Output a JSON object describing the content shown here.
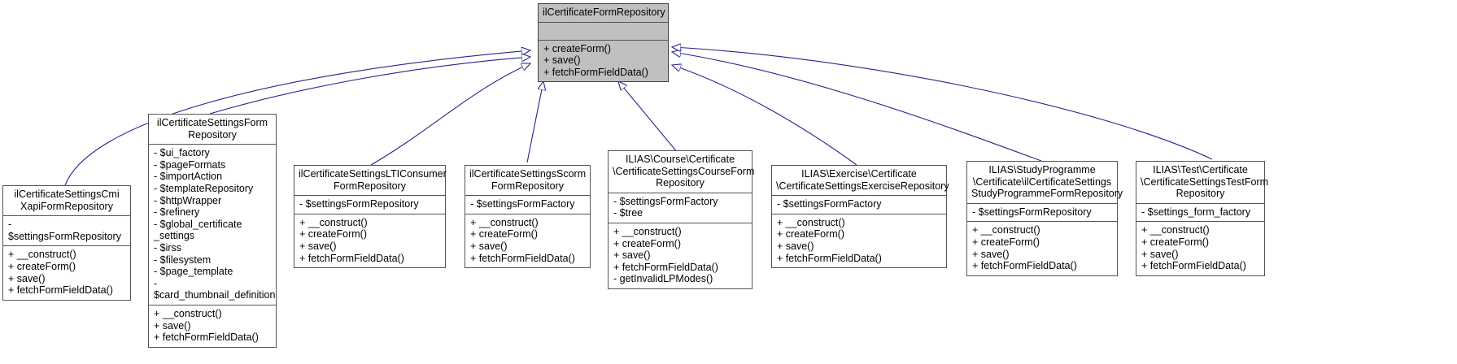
{
  "diagram": {
    "kind": "uml-inheritance-diagram",
    "title": "ilCertificateFormRepository inheritance graph",
    "edge_color": "#27248c",
    "base_fill": "#c0c0c0",
    "class_fill": "#ffffff",
    "border_color": "#545454",
    "arrow_style": "hollow-triangle-generalization"
  },
  "classes": [
    {
      "id": "base",
      "name": "ilCertificateFormRepository",
      "attributes": "",
      "operations": "+ createForm()\n+ save()\n+ fetchFormFieldData()"
    },
    {
      "id": "cmixapi",
      "name": "ilCertificateSettingsCmi\nXapiFormRepository",
      "attributes": "- $settingsFormRepository",
      "operations": "+ __construct()\n+ createForm()\n+ save()\n+ fetchFormFieldData()"
    },
    {
      "id": "settingsform",
      "name": "ilCertificateSettingsForm\nRepository",
      "attributes": "- $ui_factory\n- $pageFormats\n- $importAction\n- $templateRepository\n- $httpWrapper\n- $refinery\n- $global_certificate\n_settings\n- $irss\n- $filesystem\n- $page_template\n- $card_thumbnail_definition",
      "operations": "+ __construct()\n+ save()\n+ fetchFormFieldData()"
    },
    {
      "id": "lti",
      "name": "ilCertificateSettingsLTIConsumer\nFormRepository",
      "attributes": "- $settingsFormRepository",
      "operations": "+ __construct()\n+ createForm()\n+ save()\n+ fetchFormFieldData()"
    },
    {
      "id": "scorm",
      "name": "ilCertificateSettingsScorm\nFormRepository",
      "attributes": "- $settingsFormFactory",
      "operations": "+ __construct()\n+ createForm()\n+ save()\n+ fetchFormFieldData()"
    },
    {
      "id": "course",
      "name": "ILIAS\\Course\\Certificate\n\\CertificateSettingsCourseForm\nRepository",
      "attributes": "- $settingsFormFactory\n- $tree",
      "operations": "+ __construct()\n+ createForm()\n+ save()\n+ fetchFormFieldData()\n- getInvalidLPModes()"
    },
    {
      "id": "exercise",
      "name": "ILIAS\\Exercise\\Certificate\n\\CertificateSettingsExerciseRepository",
      "attributes": "- $settingsFormFactory",
      "operations": "+ __construct()\n+ createForm()\n+ save()\n+ fetchFormFieldData()"
    },
    {
      "id": "studyprogramme",
      "name": "ILIAS\\StudyProgramme\n\\Certificate\\ilCertificateSettings\nStudyProgrammeFormRepository",
      "attributes": "- $settingsFormRepository",
      "operations": "+ __construct()\n+ createForm()\n+ save()\n+ fetchFormFieldData()"
    },
    {
      "id": "test",
      "name": "ILIAS\\Test\\Certificate\n\\CertificateSettingsTestForm\nRepository",
      "attributes": "- $settings_form_factory",
      "operations": "+ __construct()\n+ createForm()\n+ save()\n+ fetchFormFieldData()"
    }
  ]
}
